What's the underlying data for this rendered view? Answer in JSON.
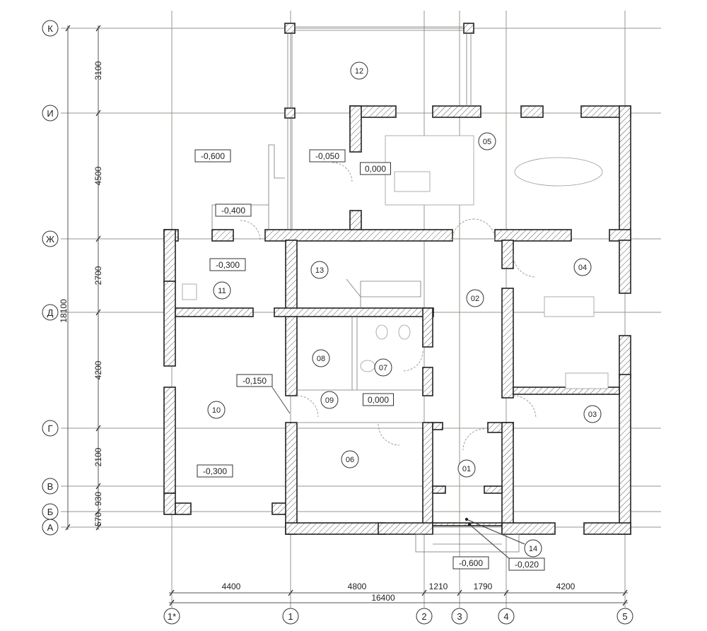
{
  "axes_letters": [
    "К",
    "И",
    "Ж",
    "Д",
    "Г",
    "В",
    "Б",
    "А"
  ],
  "axes_numbers": [
    "1*",
    "1",
    "2",
    "3",
    "4",
    "5"
  ],
  "dims_vertical": [
    "3100",
    "4500",
    "2700",
    "4200",
    "2100",
    "930",
    "570"
  ],
  "dim_vertical_total": "18100",
  "dims_horizontal": [
    "4400",
    "4800",
    "1210",
    "1790",
    "4200"
  ],
  "dim_horizontal_total": "16400",
  "rooms": [
    "12",
    "05",
    "13",
    "04",
    "02",
    "11",
    "08",
    "07",
    "10",
    "09",
    "03",
    "06",
    "01",
    "14"
  ],
  "levels": [
    "-0,600",
    "-0,050",
    "0,000",
    "-0,400",
    "-0,300",
    "-0,150",
    "0,000",
    "-0,300",
    "-0,600",
    "-0,020"
  ]
}
